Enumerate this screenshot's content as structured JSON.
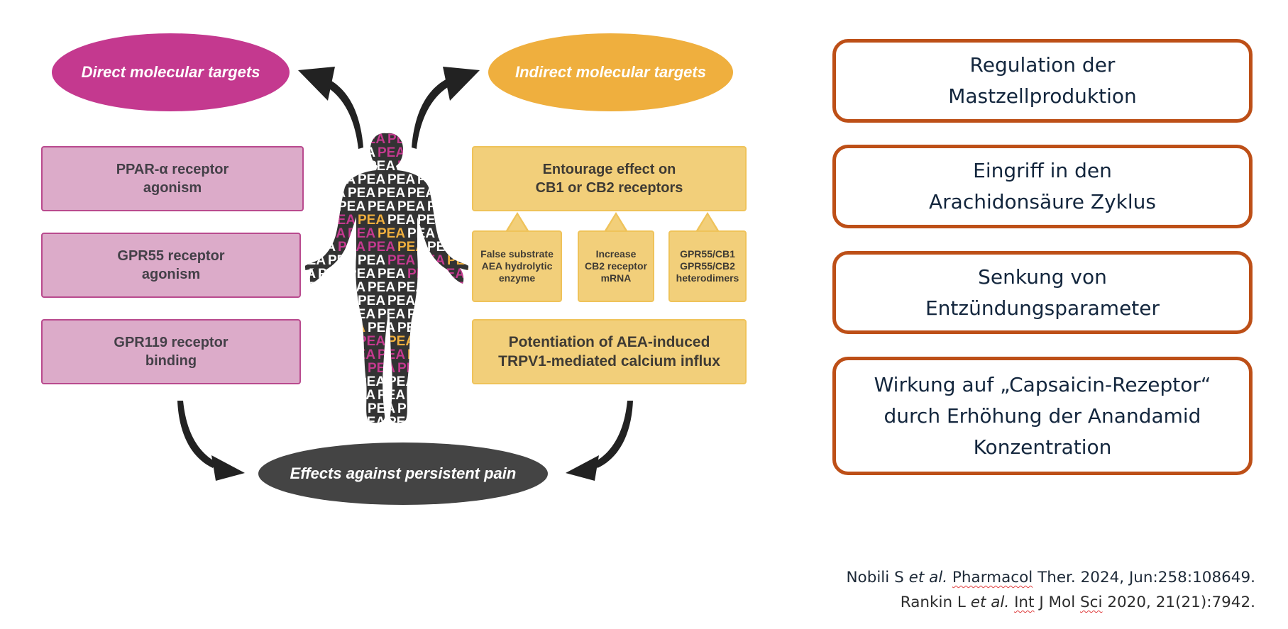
{
  "diagram": {
    "title_nodes": {
      "direct": "Direct molecular targets",
      "indirect": "Indirect molecular targets",
      "effects": "Effects against persistent pain"
    },
    "direct_targets": [
      {
        "line1": "PPAR-α receptor",
        "line2": "agonism"
      },
      {
        "line1": "GPR55 receptor",
        "line2": "agonism"
      },
      {
        "line1": "GPR119 receptor",
        "line2": "binding"
      }
    ],
    "indirect_targets": {
      "top": {
        "line1": "Entourage effect on",
        "line2": "CB1 or CB2 receptors"
      },
      "sub": [
        {
          "line1": "False substrate",
          "line2": "AEA hydrolytic",
          "line3": "enzyme"
        },
        {
          "line1": "Increase",
          "line2": "CB2 receptor",
          "line3": "mRNA"
        },
        {
          "line1": "GPR55/CB1",
          "line2": "GPR55/CB2",
          "line3": "heterodimers"
        }
      ],
      "bottom": {
        "line1": "Potentiation of AEA-induced",
        "line2": "TRPV1-mediated calcium influx"
      }
    },
    "figure_label": "PEA",
    "colors": {
      "direct": "#c4398f",
      "indirect": "#efaf3e",
      "effects": "#444444",
      "pink_box": "#dcabc9",
      "yellow_box": "#f2cf7a",
      "orange_border": "#bd4f17",
      "figure": "#333333"
    }
  },
  "mechanisms": [
    {
      "line1": "Regulation der",
      "line2": "Mastzellproduktion"
    },
    {
      "line1": "Eingriff in den",
      "line2": "Arachidonsäure Zyklus"
    },
    {
      "line1": "Senkung von",
      "line2": "Entzündungsparameter"
    },
    {
      "line1": "Wirkung auf „Capsaicin-Rezeptor“",
      "line2": "durch Erhöhung der Anandamid",
      "line3": "Konzentration"
    }
  ],
  "references": [
    {
      "authors": "Nobili S",
      "etal": "et al.",
      "journal_a": "Pharmacol",
      "journal_b": "Ther. 2024, Jun:258:108649."
    },
    {
      "authors": "Rankin L",
      "etal": "et al.",
      "journal_a": "Int",
      "journal_mid": "J Mol",
      "journal_c": "Sci",
      "journal_b": "2020, 21(21):7942."
    }
  ]
}
